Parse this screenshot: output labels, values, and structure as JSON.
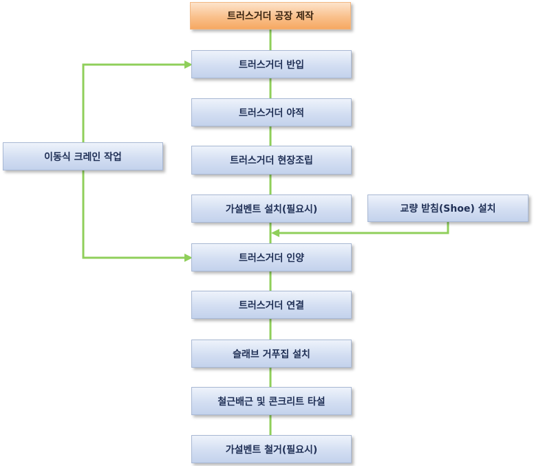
{
  "diagram": {
    "type": "process-flowchart",
    "colors": {
      "connector": "#8fcf5a",
      "box": "#d3def2",
      "start_box": "#f9c08b"
    },
    "main_steps": [
      "트러스거더 공장 제작",
      "트러스거더 반입",
      "트러스거더 야적",
      "트러스거더 현장조립",
      "가설벤트 설치(필요시)",
      "트러스거더 인양",
      "트러스거더 연결",
      "슬래브 거푸집 설치",
      "철근배근 및 콘크리트 타설",
      "가설벤트 철거(필요시)"
    ],
    "side_steps": {
      "crane": "이동식 크레인 작업",
      "shoe": "교량 받침(Shoe) 설치"
    }
  }
}
